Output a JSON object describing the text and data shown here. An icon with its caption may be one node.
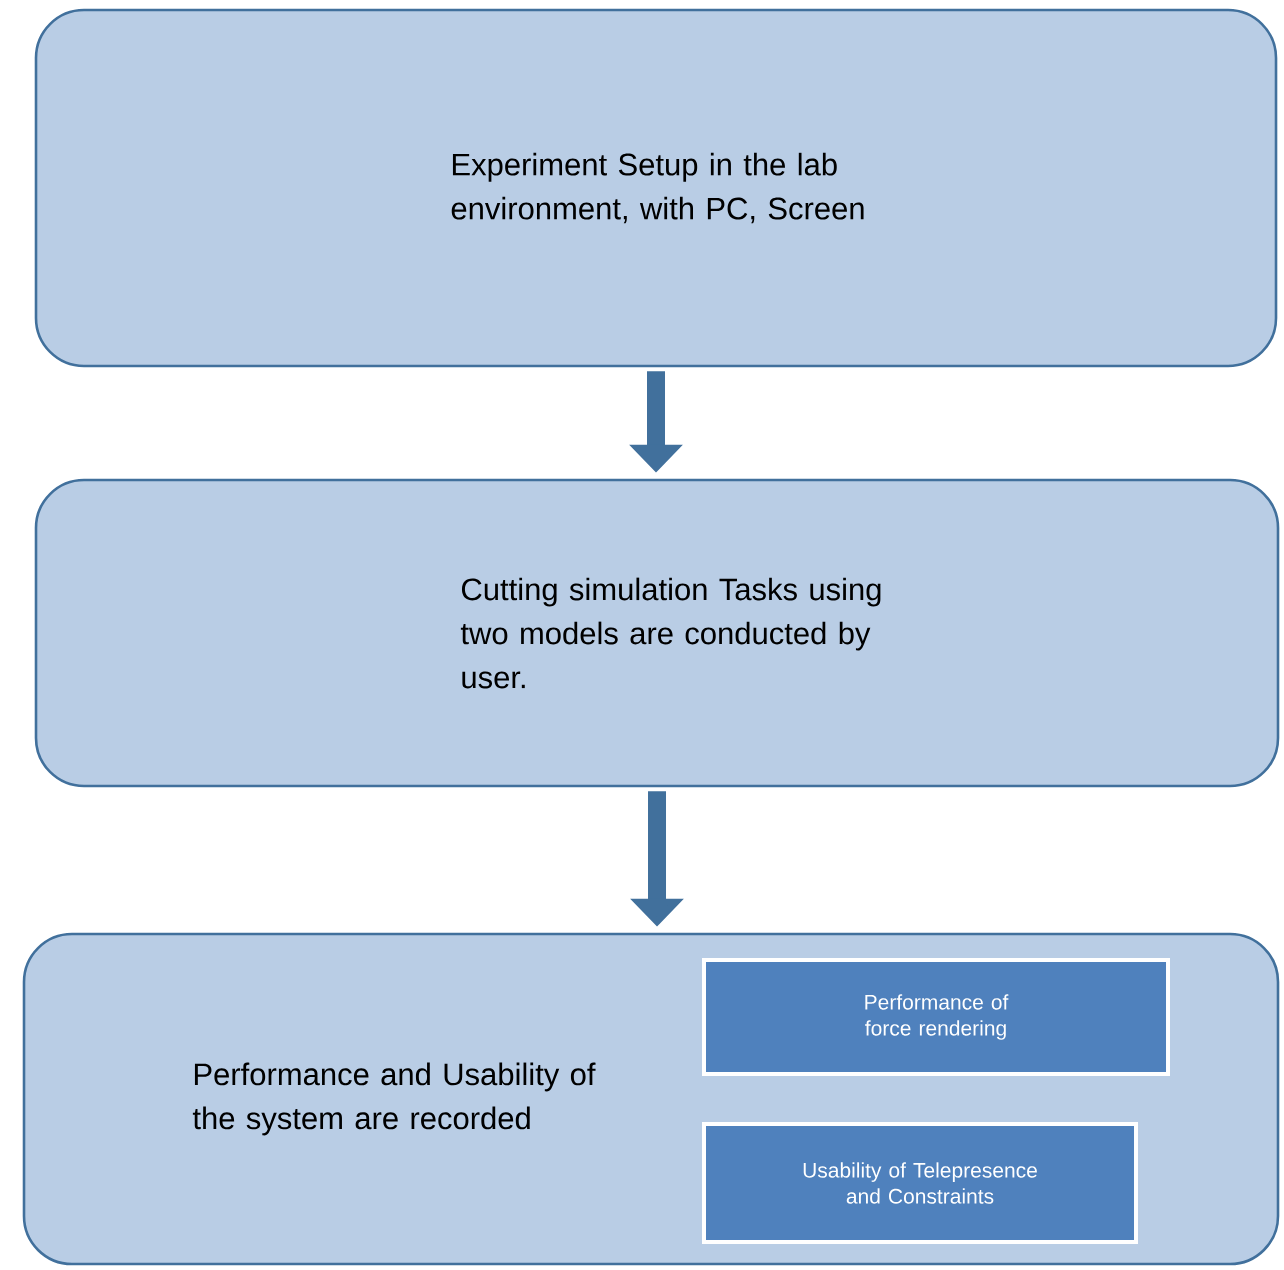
{
  "diagram": {
    "nodes": [
      {
        "text": [
          "Experiment Setup in the lab environment, with PC, Screen"
        ]
      },
      {
        "text": [
          "Cutting simulation Tasks using two models are conducted by user."
        ]
      },
      {
        "text": [
          "Performance and Usability of the system are recorded"
        ]
      },
      {
        "text": [
          "Performance of force rendering"
        ],
        "in": 2
      },
      {
        "text": [
          "Usability of Telepresence and Constraints"
        ],
        "in": 2
      }
    ],
    "edges": [
      {
        "from": 0,
        "to": 1,
        "arrow": "to"
      },
      {
        "from": 1,
        "to": 2,
        "arrow": "to"
      }
    ]
  }
}
